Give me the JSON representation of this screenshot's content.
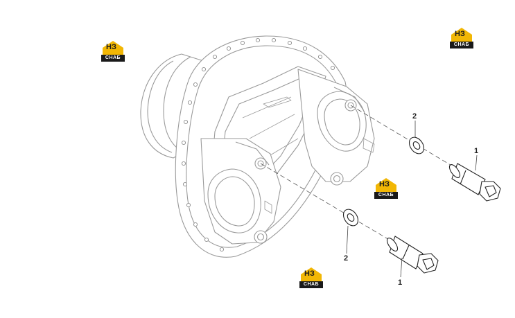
{
  "watermark": {
    "mark": "НЗ",
    "brand": "СНАБ",
    "accent_color": "#f2b705",
    "dark_color": "#1a1a1a"
  },
  "callouts": {
    "bolt_upper": "1",
    "washer_upper": "2",
    "washer_lower": "2",
    "bolt_lower": "1"
  }
}
